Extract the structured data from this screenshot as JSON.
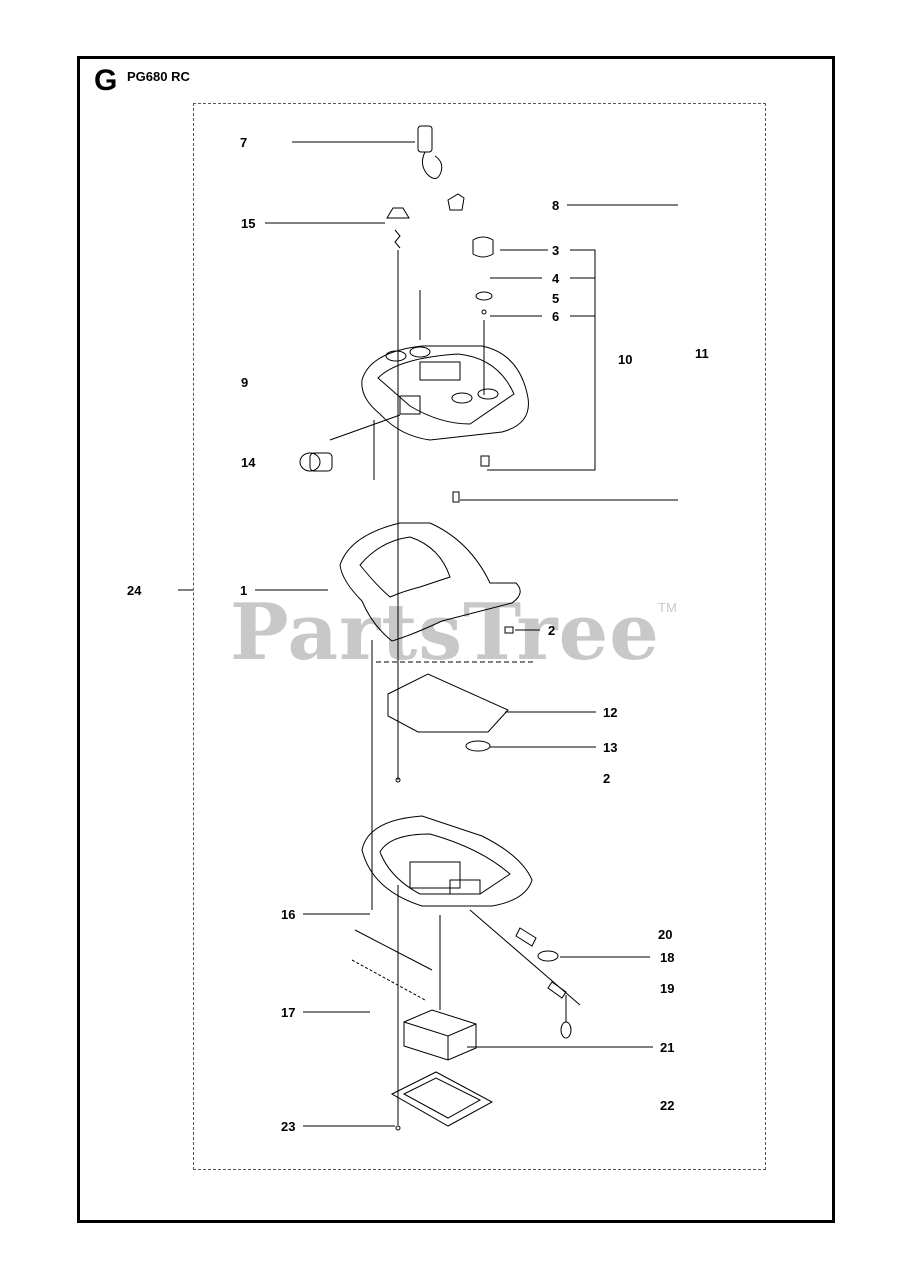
{
  "section": {
    "letter": "G",
    "model": "PG680 RC"
  },
  "watermark": {
    "text": "PartsTree",
    "tm": "TM"
  },
  "callouts": [
    {
      "id": "c7",
      "text": "7"
    },
    {
      "id": "c8",
      "text": "8"
    },
    {
      "id": "c15",
      "text": "15"
    },
    {
      "id": "c3",
      "text": "3"
    },
    {
      "id": "c4",
      "text": "4"
    },
    {
      "id": "c5",
      "text": "5"
    },
    {
      "id": "c6",
      "text": "6"
    },
    {
      "id": "c10",
      "text": "10"
    },
    {
      "id": "c11",
      "text": "11"
    },
    {
      "id": "c9",
      "text": "9"
    },
    {
      "id": "c14",
      "text": "14"
    },
    {
      "id": "c24",
      "text": "24"
    },
    {
      "id": "c1",
      "text": "1"
    },
    {
      "id": "c2a",
      "text": "2"
    },
    {
      "id": "c12",
      "text": "12"
    },
    {
      "id": "c13",
      "text": "13"
    },
    {
      "id": "c2b",
      "text": "2"
    },
    {
      "id": "c16",
      "text": "16"
    },
    {
      "id": "c20",
      "text": "20"
    },
    {
      "id": "c18",
      "text": "18"
    },
    {
      "id": "c19",
      "text": "19"
    },
    {
      "id": "c17",
      "text": "17"
    },
    {
      "id": "c21",
      "text": "21"
    },
    {
      "id": "c22",
      "text": "22"
    },
    {
      "id": "c23",
      "text": "23"
    }
  ]
}
